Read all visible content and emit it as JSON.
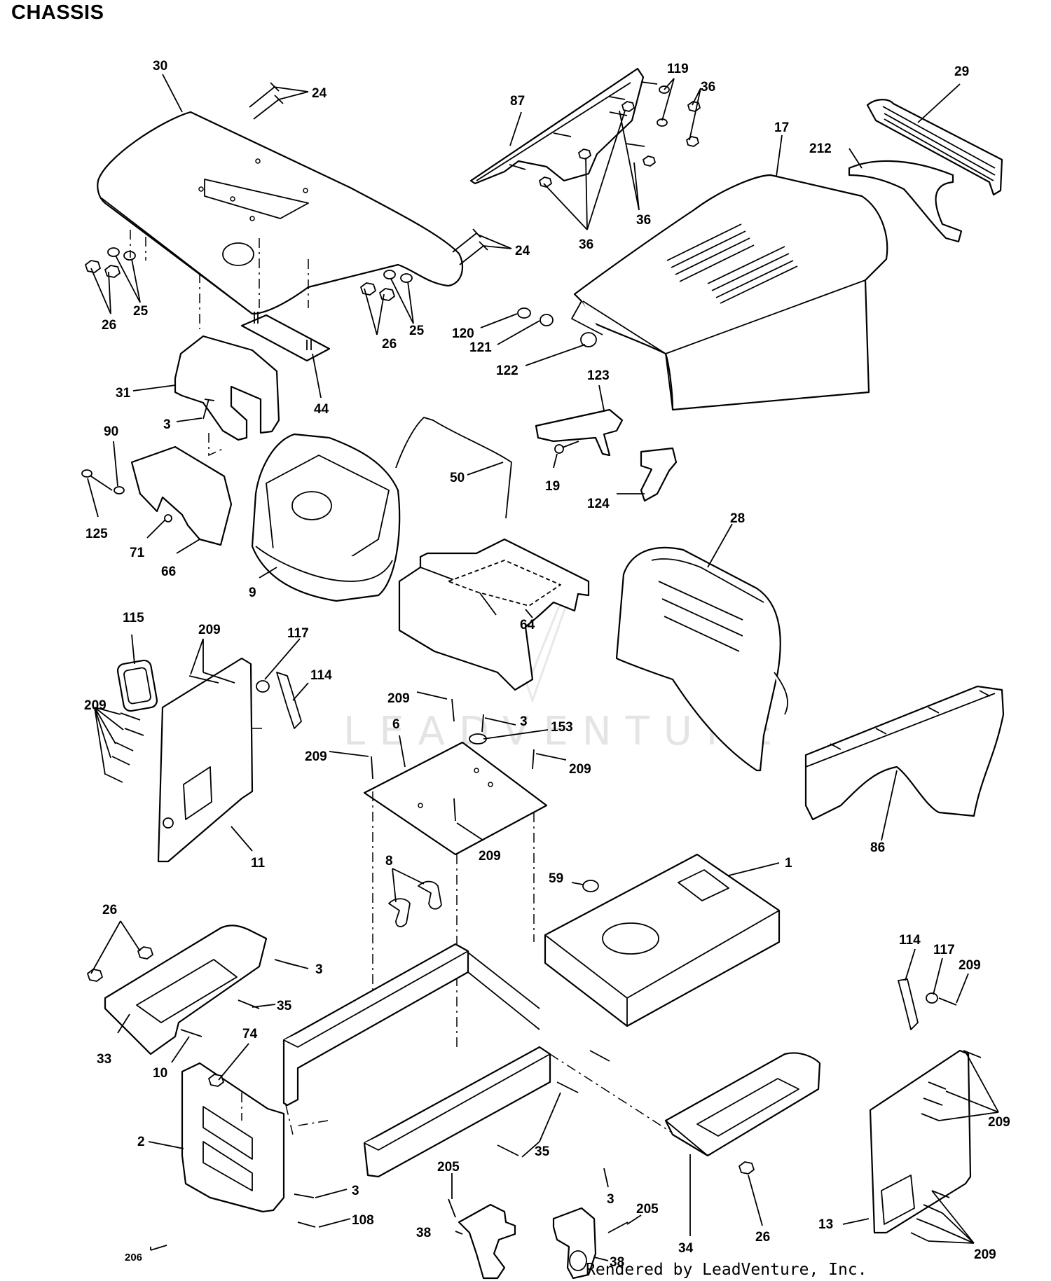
{
  "title": "CHASSIS",
  "footer": "Rendered by LeadVenture, Inc.",
  "watermark": "LEADVENTURE",
  "callouts": [
    {
      "id": "c30",
      "text": "30"
    },
    {
      "id": "c24a",
      "text": "24"
    },
    {
      "id": "c24b",
      "text": "24"
    },
    {
      "id": "c26a",
      "text": "26"
    },
    {
      "id": "c25a",
      "text": "25"
    },
    {
      "id": "c26b",
      "text": "26"
    },
    {
      "id": "c25b",
      "text": "25"
    },
    {
      "id": "c31",
      "text": "31"
    },
    {
      "id": "c44",
      "text": "44"
    },
    {
      "id": "c3a",
      "text": "3"
    },
    {
      "id": "c87",
      "text": "87"
    },
    {
      "id": "c119",
      "text": "119"
    },
    {
      "id": "c36a",
      "text": "36"
    },
    {
      "id": "c36b",
      "text": "36"
    },
    {
      "id": "c36c",
      "text": "36"
    },
    {
      "id": "c29",
      "text": "29"
    },
    {
      "id": "c17",
      "text": "17"
    },
    {
      "id": "c212",
      "text": "212"
    },
    {
      "id": "c120",
      "text": "120"
    },
    {
      "id": "c121",
      "text": "121"
    },
    {
      "id": "c122",
      "text": "122"
    },
    {
      "id": "c123",
      "text": "123"
    },
    {
      "id": "c19",
      "text": "19"
    },
    {
      "id": "c124",
      "text": "124"
    },
    {
      "id": "c90",
      "text": "90"
    },
    {
      "id": "c125",
      "text": "125"
    },
    {
      "id": "c71",
      "text": "71"
    },
    {
      "id": "c66",
      "text": "66"
    },
    {
      "id": "c9",
      "text": "9"
    },
    {
      "id": "c50",
      "text": "50"
    },
    {
      "id": "c28",
      "text": "28"
    },
    {
      "id": "c64",
      "text": "64"
    },
    {
      "id": "c115",
      "text": "115"
    },
    {
      "id": "c209a",
      "text": "209"
    },
    {
      "id": "c117a",
      "text": "117"
    },
    {
      "id": "c114a",
      "text": "114"
    },
    {
      "id": "c209b",
      "text": "209"
    },
    {
      "id": "c11",
      "text": "11"
    },
    {
      "id": "c209c",
      "text": "209"
    },
    {
      "id": "c6",
      "text": "6"
    },
    {
      "id": "c3b",
      "text": "3"
    },
    {
      "id": "c153",
      "text": "153"
    },
    {
      "id": "c209d",
      "text": "209"
    },
    {
      "id": "c209e",
      "text": "209"
    },
    {
      "id": "c209f",
      "text": "209"
    },
    {
      "id": "c86",
      "text": "86"
    },
    {
      "id": "c1",
      "text": "1"
    },
    {
      "id": "c59",
      "text": "59"
    },
    {
      "id": "c8",
      "text": "8"
    },
    {
      "id": "c26c",
      "text": "26"
    },
    {
      "id": "c3c",
      "text": "3"
    },
    {
      "id": "c35a",
      "text": "35"
    },
    {
      "id": "c33",
      "text": "33"
    },
    {
      "id": "c10",
      "text": "10"
    },
    {
      "id": "c74",
      "text": "74"
    },
    {
      "id": "c2",
      "text": "2"
    },
    {
      "id": "c3d",
      "text": "3"
    },
    {
      "id": "c108",
      "text": "108"
    },
    {
      "id": "c206",
      "text": "206"
    },
    {
      "id": "c3e",
      "text": "3"
    },
    {
      "id": "c35b",
      "text": "35"
    },
    {
      "id": "c205a",
      "text": "205"
    },
    {
      "id": "c38a",
      "text": "38"
    },
    {
      "id": "c205b",
      "text": "205"
    },
    {
      "id": "c38b",
      "text": "38"
    },
    {
      "id": "c34",
      "text": "34"
    },
    {
      "id": "c26d",
      "text": "26"
    },
    {
      "id": "c114b",
      "text": "114"
    },
    {
      "id": "c117b",
      "text": "117"
    },
    {
      "id": "c209g",
      "text": "209"
    },
    {
      "id": "c209h",
      "text": "209"
    },
    {
      "id": "c13",
      "text": "13"
    },
    {
      "id": "c209i",
      "text": "209"
    }
  ]
}
